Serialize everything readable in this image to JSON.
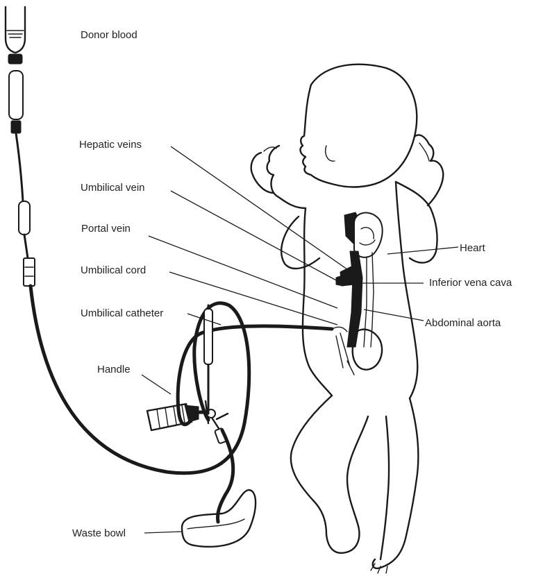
{
  "labels": {
    "donor_blood": "Donor blood",
    "hepatic_veins": "Hepatic veins",
    "umbilical_vein": "Umbilical vein",
    "portal_vein": "Portal vein",
    "umbilical_cord": "Umbilical cord",
    "umbilical_catheter": "Umbilical catheter",
    "handle": "Handle",
    "waste_bowl": "Waste bowl",
    "heart": "Heart",
    "inferior_vena_cava": "Inferior vena cava",
    "abdominal_aorta": "Abdominal aorta"
  }
}
